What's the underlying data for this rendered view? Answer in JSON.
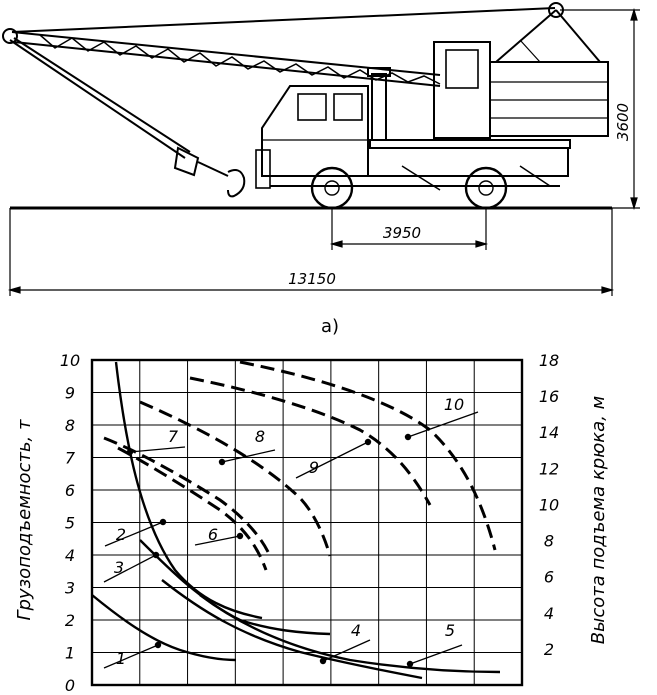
{
  "top_figure": {
    "dim_height": "3600",
    "dim_wheelbase": "3950",
    "dim_length": "13150",
    "caption": "a)"
  },
  "chart_data": {
    "type": "line",
    "ylabel_left": "Грузоподъемность, т",
    "ylabel_right": "Высота подъема крюка, м",
    "left_ticks": [
      "0",
      "1",
      "2",
      "3",
      "4",
      "5",
      "6",
      "7",
      "8",
      "9",
      "10"
    ],
    "right_ticks": [
      "2",
      "4",
      "6",
      "8",
      "10",
      "12",
      "14",
      "16",
      "18"
    ],
    "left_range": [
      0,
      10
    ],
    "right_range": [
      0,
      18
    ],
    "grid": true,
    "curve_labels": [
      "1",
      "2",
      "3",
      "4",
      "5",
      "6",
      "7",
      "8",
      "9",
      "10"
    ]
  }
}
